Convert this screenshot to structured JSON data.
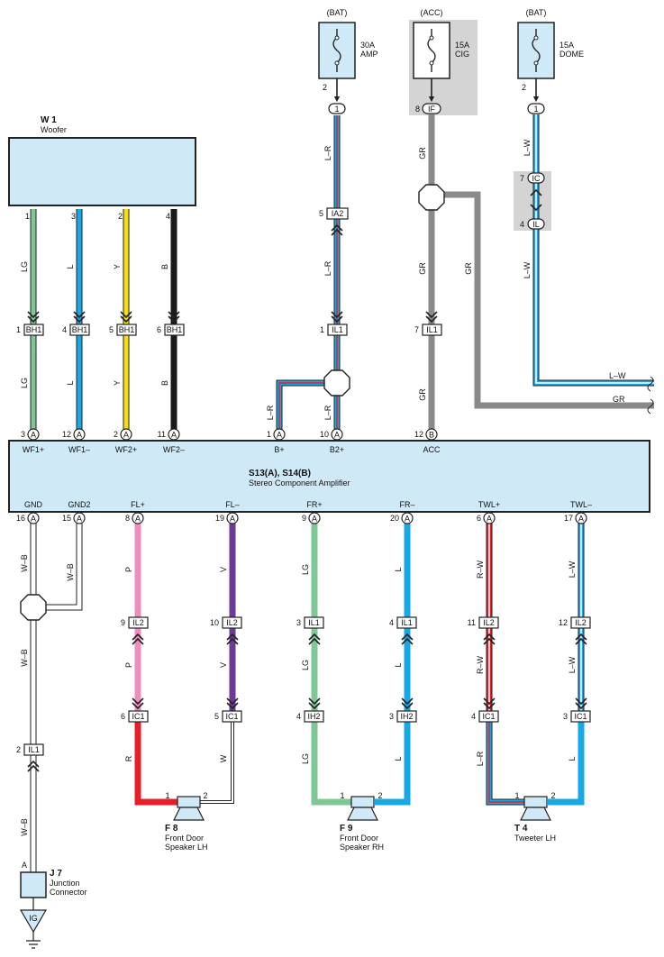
{
  "sources": {
    "bat_amp": "(BAT)",
    "amp_amp": "30A",
    "amp_name": "AMP",
    "acc": "(ACC)",
    "cig_amp": "15A",
    "cig_name": "CIG",
    "bat_dome": "(BAT)",
    "dome_amp": "15A",
    "dome_name": "DOME"
  },
  "woofer": {
    "code": "W 1",
    "name": "Woofer"
  },
  "amplifier": {
    "code": "S13(A), S14(B)",
    "name": "Stereo Component Amplifier"
  },
  "speakers": {
    "f8_code": "F 8",
    "f8_line1": "Front Door",
    "f8_line2": "Speaker LH",
    "f9_code": "F 9",
    "f9_line1": "Front Door",
    "f9_line2": "Speaker RH",
    "t4_code": "T 4",
    "t4_line1": "Tweeter LH"
  },
  "junction": {
    "code": "J 7",
    "line1": "Junction",
    "line2": "Connector",
    "ground": "IG",
    "pin": "A"
  },
  "pins_top": [
    "WF1+",
    "WF1–",
    "WF2+",
    "WF2–",
    "B+",
    "B2+",
    "ACC"
  ],
  "pins_bottom": [
    "GND",
    "GND2",
    "FL+",
    "FL–",
    "FR+",
    "FR–",
    "TWL+",
    "TWL–"
  ],
  "connectors": {
    "bh1": "BH1",
    "il1": "IL1",
    "il2": "IL2",
    "ia2": "IA2",
    "ic1": "IC1",
    "ih2": "IH2",
    "if": "IF",
    "ic": "IC",
    "il": "IL",
    "one": "1",
    "a": "A",
    "b": "B"
  },
  "wire_labels": {
    "lg": "LG",
    "l": "L",
    "y": "Y",
    "b": "B",
    "lr": "L–R",
    "gr": "GR",
    "lw": "L–W",
    "wb": "W–B",
    "p": "P",
    "v": "V",
    "rw": "R–W",
    "r": "R",
    "w": "W"
  },
  "pin_numbers": {
    "n1": "1",
    "n2": "2",
    "n3": "3",
    "n4": "4",
    "n5": "5",
    "n6": "6",
    "n7": "7",
    "n8": "8",
    "n9": "9",
    "n10": "10",
    "n11": "11",
    "n12": "12",
    "n15": "15",
    "n16": "16",
    "n17": "17",
    "n19": "19",
    "n20": "20"
  },
  "colors": {
    "lg": "#7fc896",
    "l": "#19a8e6",
    "y": "#f5de14",
    "b": "#1a1a1a",
    "gr": "#8a8a8a",
    "p": "#ee8cbc",
    "v": "#6d3a97",
    "r": "#e61e28",
    "w": "#ffffff",
    "box": "#cfe9f7",
    "shade": "#d4d4d4"
  }
}
